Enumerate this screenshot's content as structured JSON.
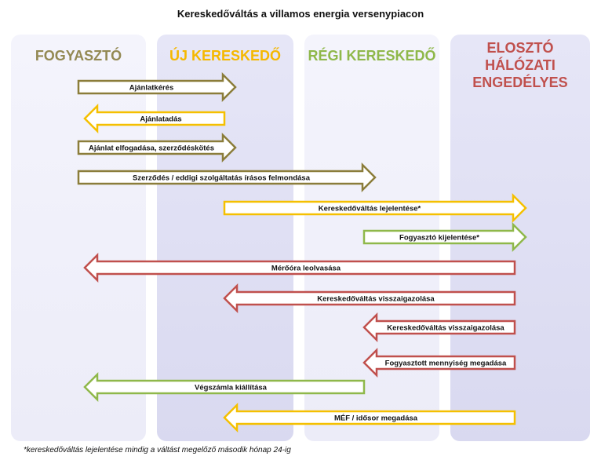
{
  "title": "Kereskedőváltás a villamos energia versenypiacon",
  "colors": {
    "olive": "#8b7d3a",
    "yellow": "#f5c000",
    "green": "#8fb84a",
    "red": "#c0504d"
  },
  "lanes": [
    {
      "id": "fogyaszto",
      "label": "FOGYASZTÓ",
      "color": "#938953"
    },
    {
      "id": "uj",
      "label": "ÚJ KERESKEDŐ",
      "color": "#f5b800"
    },
    {
      "id": "regi",
      "label": "RÉGI KERESKEDŐ",
      "color": "#8fb84a"
    },
    {
      "id": "eloszto",
      "label": "ELOSZTÓ\nHÁLÓZATI\nENGEDÉLYES",
      "color": "#c0504d"
    }
  ],
  "arrows": [
    {
      "label": "Ajánlatkérés",
      "from": "fogyaszto",
      "to": "uj",
      "color": "olive"
    },
    {
      "label": "Ajánlatadás",
      "from": "uj",
      "to": "fogyaszto",
      "color": "yellow"
    },
    {
      "label": "Ajánlat elfogadása, szerződéskötés",
      "from": "fogyaszto",
      "to": "uj",
      "color": "olive"
    },
    {
      "label": "Szerződés / eddigi szolgáltatás írásos felmondása",
      "from": "fogyaszto",
      "to": "regi",
      "color": "olive"
    },
    {
      "label": "Kereskedőváltás lejelentése*",
      "from": "uj",
      "to": "eloszto",
      "color": "yellow"
    },
    {
      "label": "Fogyasztó kijelentése*",
      "from": "regi",
      "to": "eloszto",
      "color": "green"
    },
    {
      "label": "Mérőóra leolvasása",
      "from": "eloszto",
      "to": "fogyaszto",
      "color": "red"
    },
    {
      "label": "Kereskedőváltás visszaigazolása",
      "from": "eloszto",
      "to": "uj",
      "color": "red"
    },
    {
      "label": "Kereskedőváltás visszaigazolása",
      "from": "eloszto",
      "to": "regi",
      "color": "red"
    },
    {
      "label": "Fogyasztott mennyiség megadása",
      "from": "eloszto",
      "to": "regi",
      "color": "red"
    },
    {
      "label": "Végszámla kiállítása",
      "from": "regi",
      "to": "fogyaszto",
      "color": "green"
    },
    {
      "label": "MÉF / idősor megadása",
      "from": "eloszto",
      "to": "uj",
      "color": "yellow"
    }
  ],
  "footnote": "*kereskedőváltás lejelentése mindig a váltást megelőző második hónap 24-ig"
}
